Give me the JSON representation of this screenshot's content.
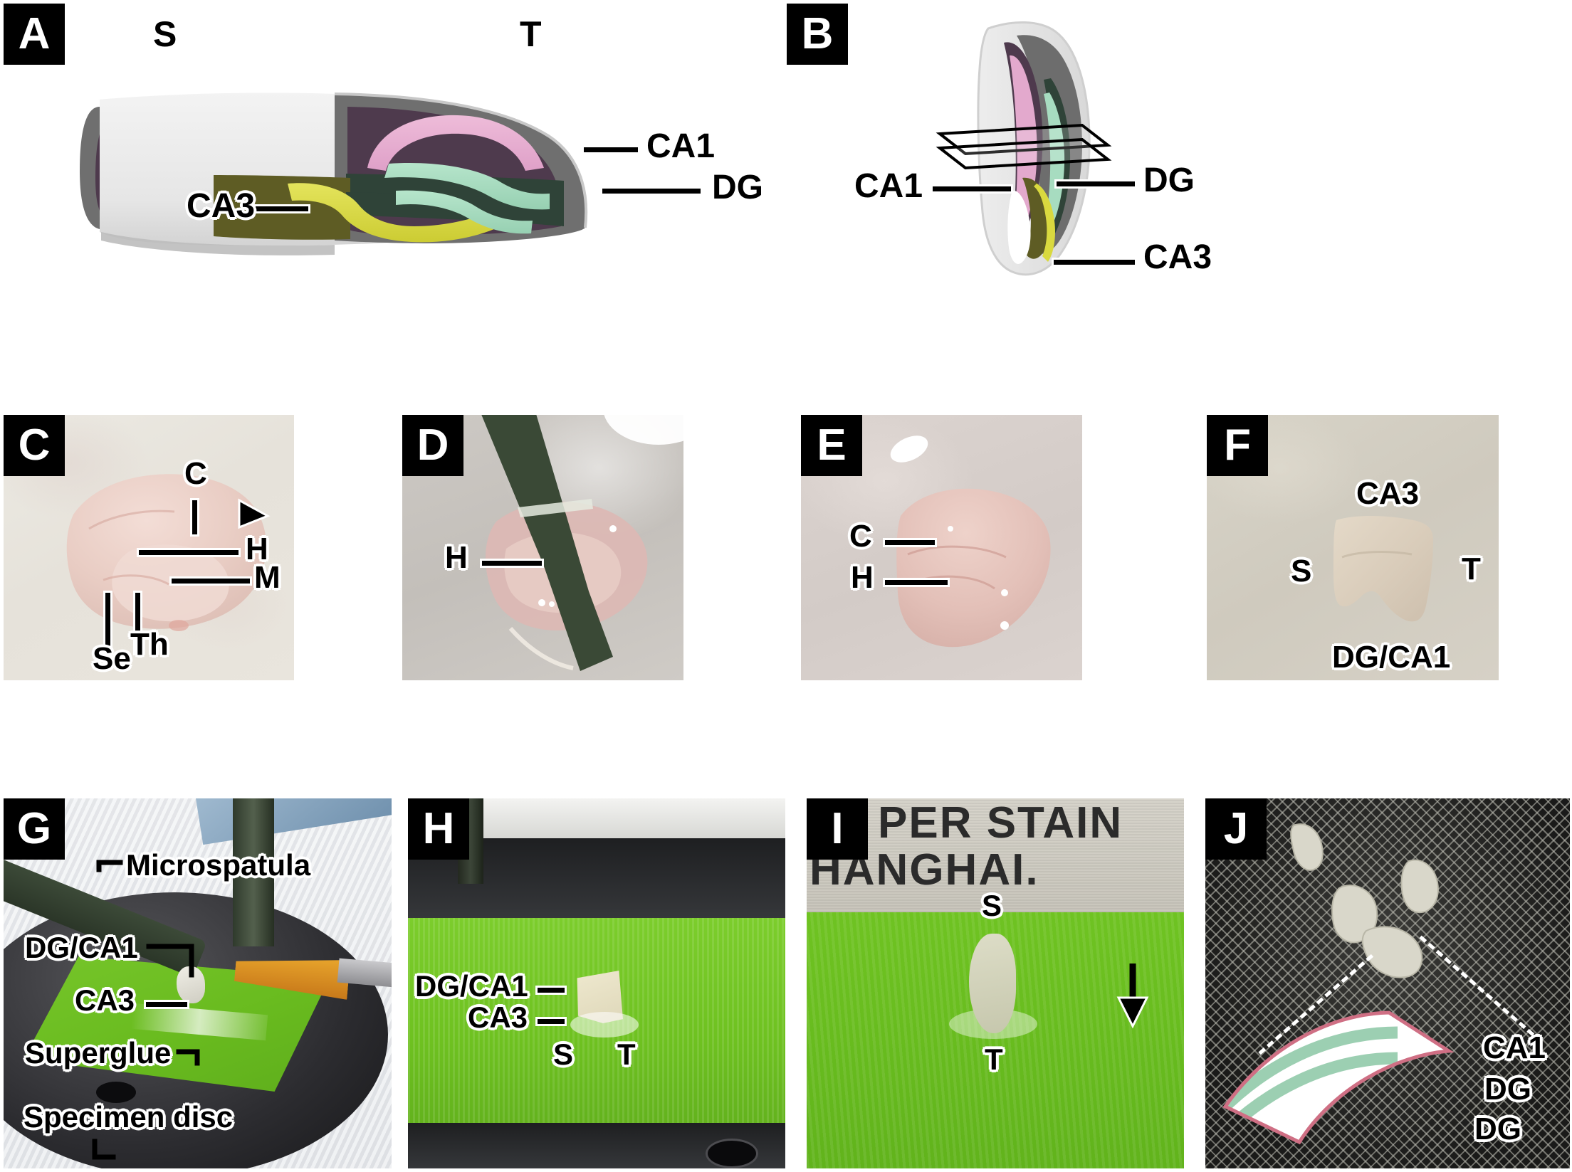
{
  "figure": {
    "panels": [
      "A",
      "B",
      "C",
      "D",
      "E",
      "F",
      "G",
      "H",
      "I",
      "J"
    ]
  },
  "panelA": {
    "letter": "A",
    "orientation_left": "S",
    "orientation_right": "T",
    "labels": {
      "ca1": "CA1",
      "dg": "DG",
      "ca3": "CA3"
    },
    "colors": {
      "ca1_pink": "#e3a9cd",
      "dg_mint": "#a7dcc0",
      "ca3_yellow": "#d9d93f",
      "dark_purple": "#4e3a4d",
      "dark_green": "#2f4338",
      "olive": "#5e5c24",
      "gray_shell": "#6d6d6d",
      "light_shell": "#e9e9e9"
    }
  },
  "panelB": {
    "letter": "B",
    "labels": {
      "ca1": "CA1",
      "dg": "DG",
      "ca3": "CA3"
    }
  },
  "panelC": {
    "letter": "C",
    "labels": {
      "cortex": "C",
      "hippocampus": "H",
      "midbrain": "M",
      "septum": "Se",
      "thalamus": "Th"
    },
    "arrowhead": "arrowhead-marker"
  },
  "panelD": {
    "letter": "D",
    "labels": {
      "hippocampus": "H"
    }
  },
  "panelE": {
    "letter": "E",
    "labels": {
      "cortex": "C",
      "hippocampus": "H"
    }
  },
  "panelF": {
    "letter": "F",
    "labels": {
      "ca3": "CA3",
      "septal": "S",
      "temporal": "T",
      "dg_ca1": "DG/CA1"
    }
  },
  "panelG": {
    "letter": "G",
    "labels": {
      "microspatula": "Microspatula",
      "dg_ca1": "DG/CA1",
      "ca3": "CA3",
      "superglue": "Superglue",
      "specimen_disc": "Specimen disc"
    }
  },
  "panelH": {
    "letter": "H",
    "labels": {
      "dg_ca1": "DG/CA1",
      "ca3": "CA3",
      "septal": "S",
      "temporal": "T"
    }
  },
  "panelI": {
    "letter": "I",
    "background_text_line1": "PER STAIN",
    "background_text_line2": "HANGHAI.",
    "labels": {
      "septal": "S",
      "temporal": "T"
    },
    "arrow": "down-arrow"
  },
  "panelJ": {
    "letter": "J",
    "labels": {
      "ca1": "CA1",
      "dg_upper": "DG",
      "dg_lower": "DG"
    },
    "colors": {
      "ca1_band": "#c49ac3",
      "dg_band": "#9ccfb2",
      "outline": "#cf6f84"
    }
  }
}
